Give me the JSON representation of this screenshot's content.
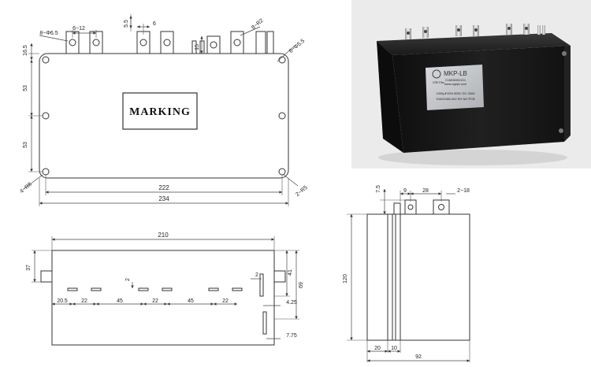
{
  "top_view": {
    "marking_text": "MARKING",
    "dims": {
      "hole_small": "8−Φ6.5",
      "pitch_12": "6−12",
      "d_5_5": "5.5",
      "d_6": "6",
      "r2": "8−R2",
      "d_16_5": "16.5",
      "d_15": "15",
      "hole_large": "6−Φ5.5",
      "d_53_a": "53",
      "d_53_b": "53",
      "r8": "4−R8",
      "r5": "2−R5",
      "w_222": "222",
      "w_234": "234"
    }
  },
  "front_view": {
    "dims": {
      "w_210": "210",
      "h_37": "37",
      "h_2a": "2",
      "h_2b": "2",
      "h_41": "41",
      "h_69": "69",
      "d_20_5": "20.5",
      "d_22_a": "22",
      "d_45_a": "45",
      "d_22_b": "22",
      "d_45_b": "45",
      "d_22_c": "22",
      "d_4_25": "4.25",
      "d_7_75": "7.75"
    }
  },
  "side_view": {
    "dims": {
      "d_7_5": "7.5",
      "d_9": "9",
      "d_28": "28",
      "d_2_18": "2−18",
      "h_120": "120",
      "d_20": "20",
      "d_10": "10",
      "w_92": "92"
    }
  },
  "photo": {
    "label_title": "MKP-LB",
    "label_code": "C1M06002101",
    "label_site": "www.cgept.com",
    "label_spec1": "1000μF±5%  800V DC 2004",
    "label_spec2": "S1602186-002 SH NO PCB",
    "logo_text": "CRE Elec"
  },
  "colors": {
    "photo_background": "#e9e9e9",
    "capacitor_body": "#151515",
    "label_plate": "#c7c9cc"
  }
}
